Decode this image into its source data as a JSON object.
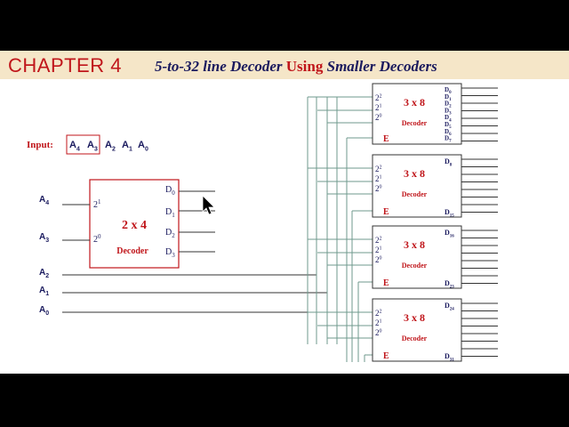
{
  "header": {
    "chapter": "CHAPTER 4",
    "title_part1": "5-to-32 line Decoder ",
    "title_red": "Using",
    "title_part2": " Smaller Decoders"
  },
  "input_label": "Input:",
  "inputs": [
    {
      "base": "A",
      "sub": "4"
    },
    {
      "base": "A",
      "sub": "3"
    },
    {
      "base": "A",
      "sub": "2"
    },
    {
      "base": "A",
      "sub": "1"
    },
    {
      "base": "A",
      "sub": "0"
    }
  ],
  "decoder_2x4": {
    "title": "2 x 4",
    "label": "Decoder",
    "inputs": [
      {
        "base": "2",
        "sup": "1"
      },
      {
        "base": "2",
        "sup": "0"
      }
    ],
    "outputs": [
      {
        "base": "D",
        "sub": "0"
      },
      {
        "base": "D",
        "sub": "1"
      },
      {
        "base": "D",
        "sub": "2"
      },
      {
        "base": "D",
        "sub": "3"
      }
    ]
  },
  "decoders_3x8": [
    {
      "title": "3 x 8",
      "label": "Decoder",
      "enable": "E",
      "inputs": [
        "2",
        "2",
        "2"
      ],
      "input_sups": [
        "2",
        "1",
        "0"
      ],
      "out_top": {
        "base": "D",
        "sub": "8"
      },
      "out_bottom": {
        "base": "D",
        "sub": "15"
      }
    },
    {
      "title": "3 x 8",
      "label": "Decoder",
      "enable": "E",
      "inputs": [
        "2",
        "2",
        "2"
      ],
      "input_sups": [
        "2",
        "1",
        "0"
      ],
      "out_top": {
        "base": "D",
        "sub": "16"
      },
      "out_bottom": {
        "base": "D",
        "sub": "23"
      }
    },
    {
      "title": "3 x 8",
      "label": "Decoder",
      "enable": "E",
      "inputs": [
        "2",
        "2",
        "2"
      ],
      "input_sups": [
        "2",
        "1",
        "0"
      ],
      "out_top": {
        "base": "D",
        "sub": "24"
      },
      "out_bottom": {
        "base": "D",
        "sub": "31"
      }
    }
  ],
  "decoder_first": {
    "title": "3 x 8",
    "label": "Decoder",
    "enable": "E",
    "inputs": [
      "2",
      "2",
      "2"
    ],
    "input_sups": [
      "2",
      "1",
      "0"
    ],
    "outputs": [
      {
        "base": "D",
        "sub": "0"
      },
      {
        "base": "D",
        "sub": "1"
      },
      {
        "base": "D",
        "sub": "2"
      },
      {
        "base": "D",
        "sub": "3"
      },
      {
        "base": "D",
        "sub": "4"
      },
      {
        "base": "D",
        "sub": "5"
      },
      {
        "base": "D",
        "sub": "6"
      },
      {
        "base": "D",
        "sub": "7"
      }
    ]
  },
  "colors": {
    "accent_red": "#c0161b",
    "title_blue": "#1a1a5e",
    "box_border": "#c0161b",
    "wire": "#333333"
  }
}
